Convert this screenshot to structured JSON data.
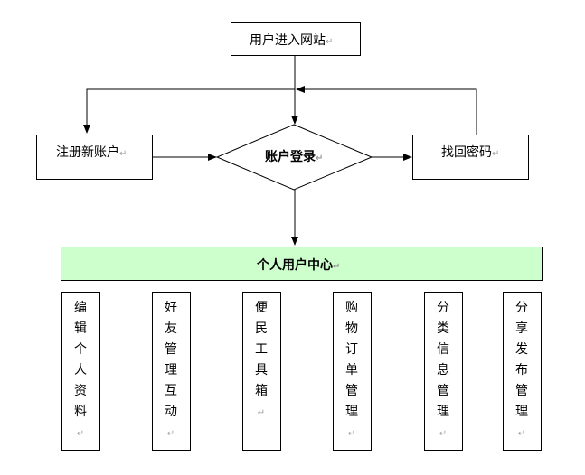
{
  "nodes": {
    "enter_site": "用户进入网站",
    "register": "注册新账户",
    "login": "账户登录",
    "recover": "找回密码",
    "user_center": "个人用户中心"
  },
  "modules": [
    {
      "id": "edit-profile",
      "label": "编辑个人资料"
    },
    {
      "id": "friend-manage",
      "label": "好友管理互动"
    },
    {
      "id": "toolbox",
      "label": "便民工具箱"
    },
    {
      "id": "order-manage",
      "label": "购物订单管理"
    },
    {
      "id": "category-manage",
      "label": "分类信息管理"
    },
    {
      "id": "share-manage",
      "label": "分享发布管理"
    }
  ],
  "paragraph_mark": "↵"
}
